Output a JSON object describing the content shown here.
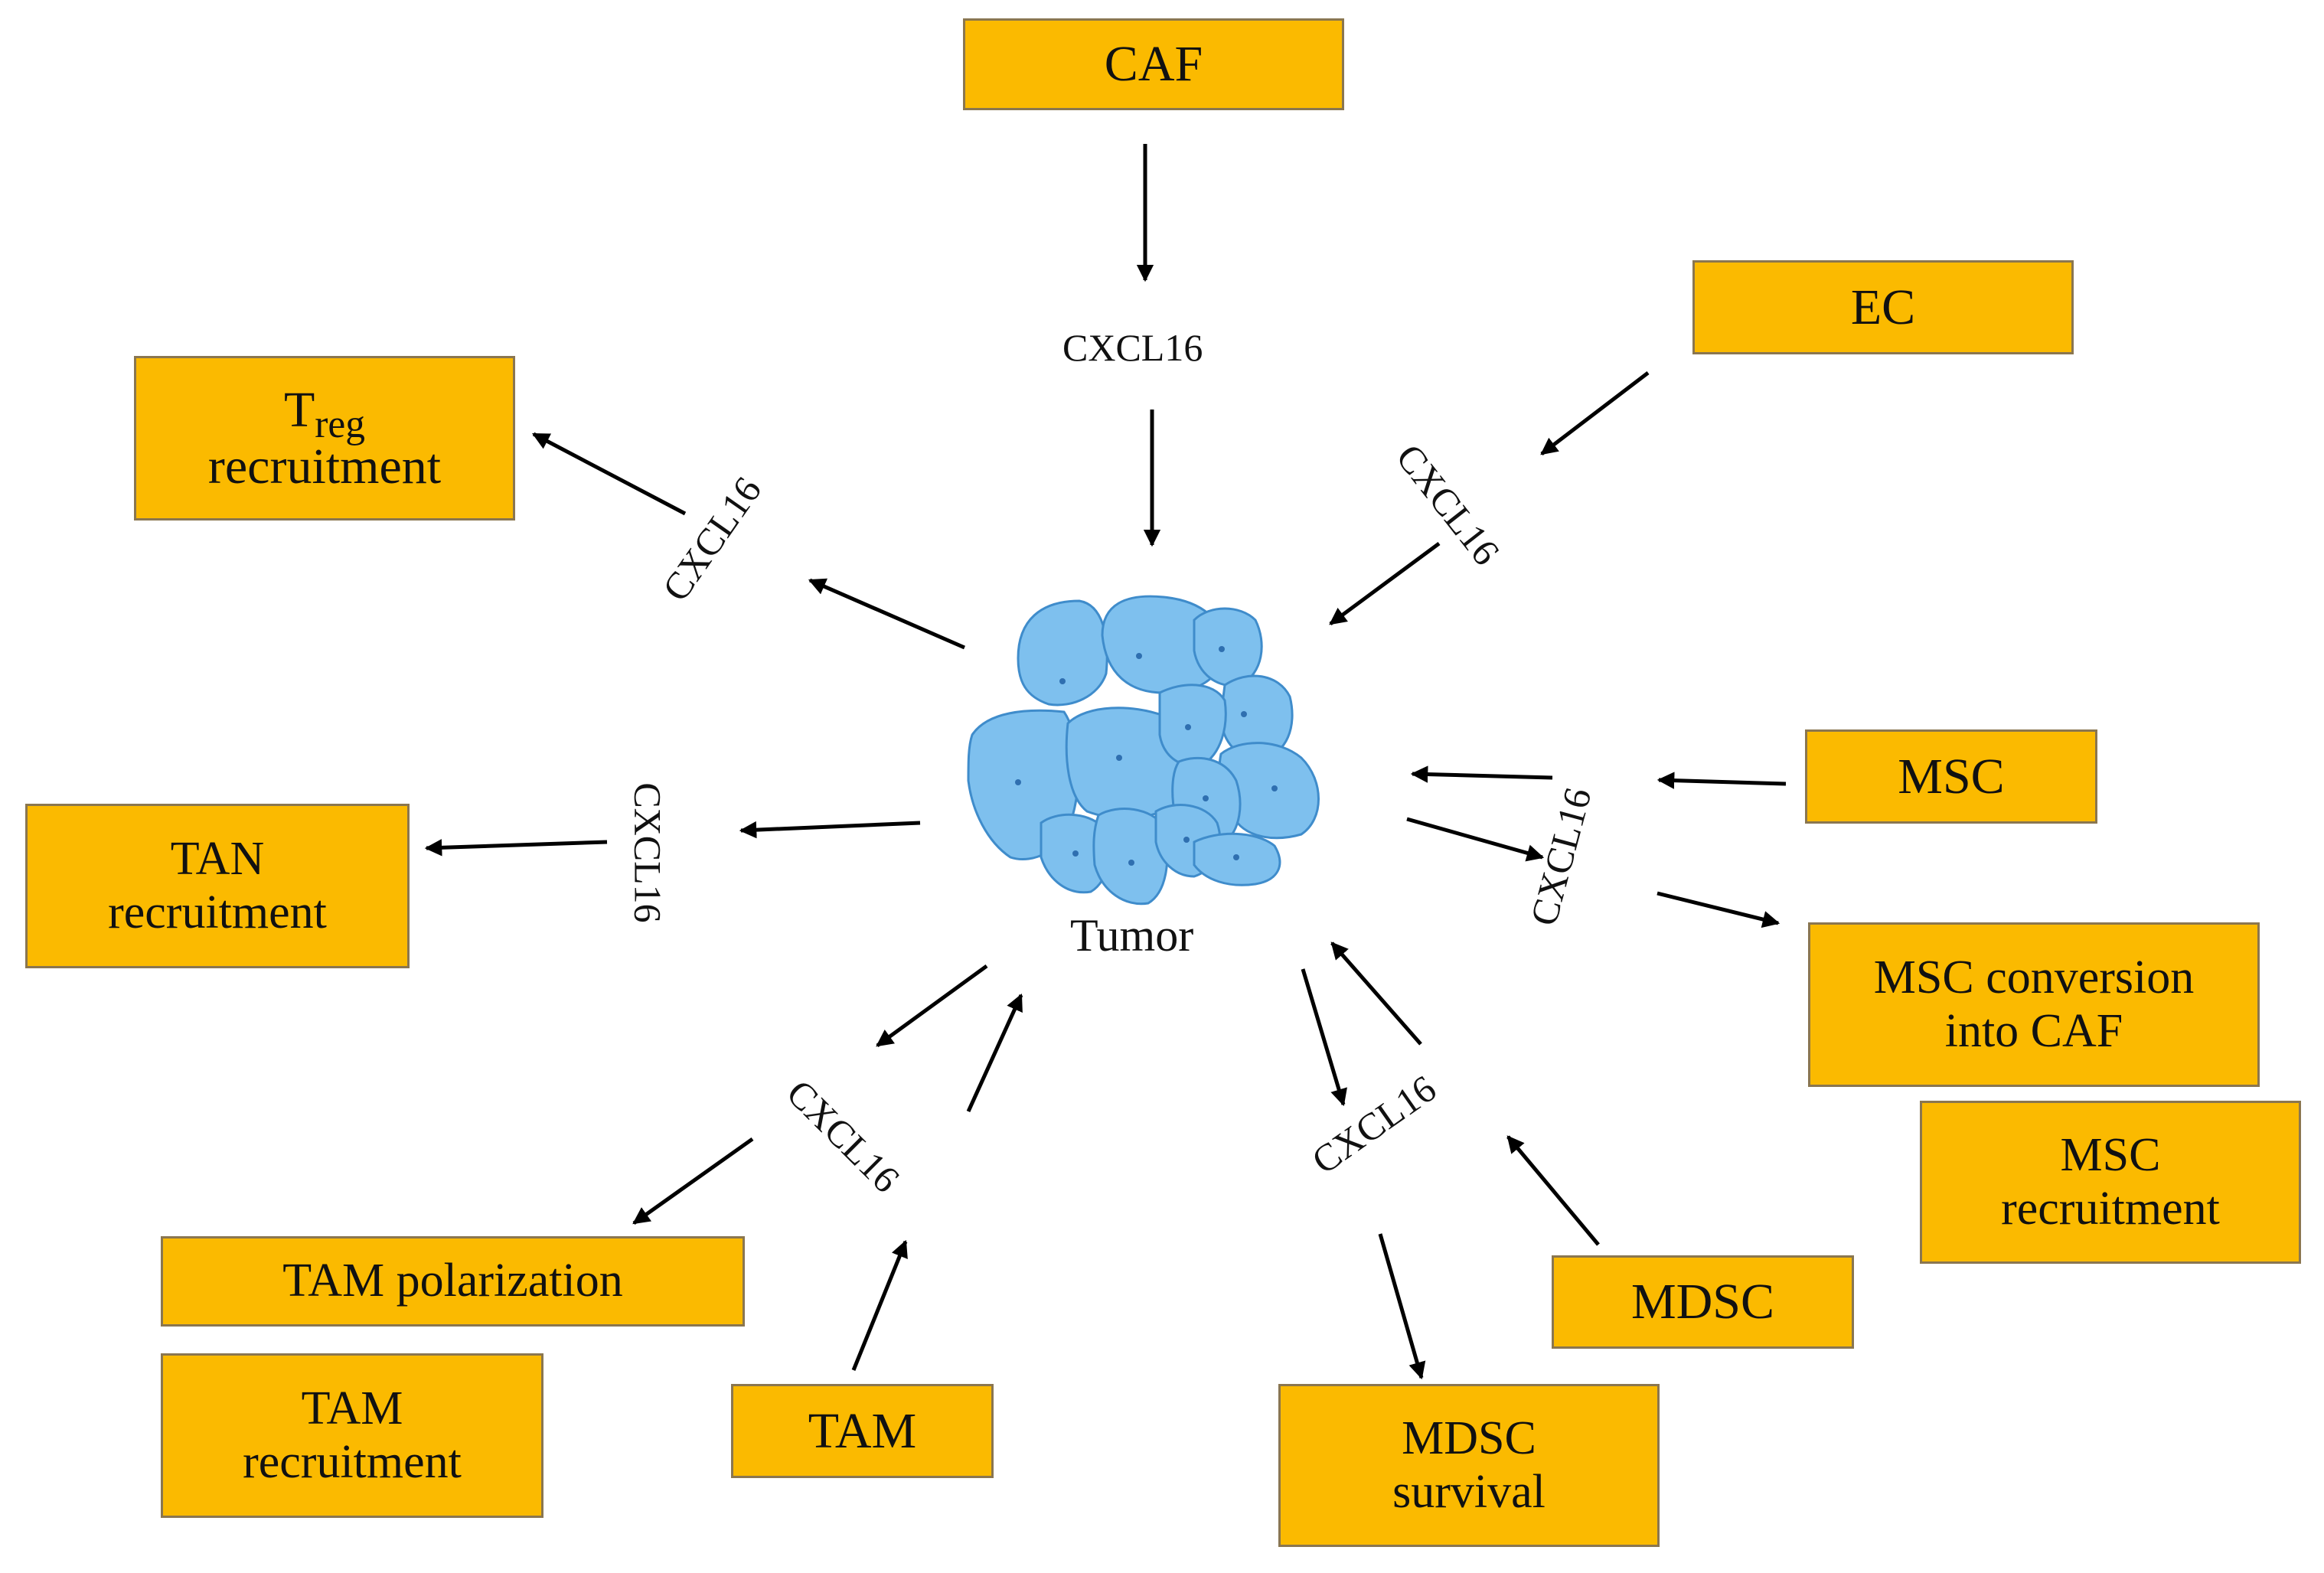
{
  "center_label": "Tumor",
  "chemokine_label": "CXCL16",
  "colors": {
    "box_fill": "#FBBA00",
    "box_border": "#8A7650",
    "cell_fill": "#7EC0EE",
    "cell_stroke": "#3F8CCB",
    "arrow": "#000000"
  },
  "boxes": {
    "caf": {
      "line1": "CAF"
    },
    "ec": {
      "line1": "EC"
    },
    "treg": {
      "main": "T",
      "sub": "reg",
      "line2": "recruitment"
    },
    "tan": {
      "line1": "TAN",
      "line2": "recruitment"
    },
    "msc": {
      "line1": "MSC"
    },
    "msc_conversion": {
      "line1": "MSC conversion",
      "line2": "into CAF"
    },
    "msc_recruitment": {
      "line1": "MSC",
      "line2": "recruitment"
    },
    "tam_polarization": {
      "line1": "TAM polarization"
    },
    "tam_recruitment": {
      "line1": "TAM",
      "line2": "recruitment"
    },
    "tam": {
      "line1": "TAM"
    },
    "mdsc": {
      "line1": "MDSC"
    },
    "mdsc_survival": {
      "line1": "MDSC",
      "line2": "survival"
    }
  }
}
